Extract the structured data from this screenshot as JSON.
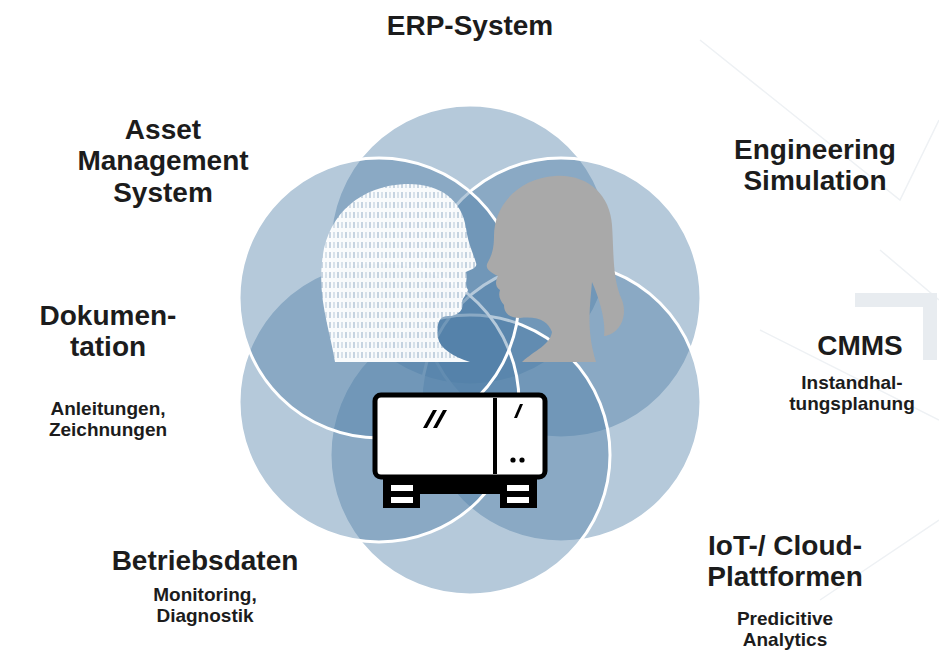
{
  "diagram": {
    "labels": [
      "ERP-System",
      "Asset Management System",
      "Engineering Simulation",
      "Dokumen- tation",
      "Anleitungen, Zeichnungen",
      "CMMS",
      "Instandhal- tungsplanung",
      "Betriebsdaten",
      "Monitoring, Diagnostik",
      "IoT-/ Cloud- Plattformen",
      "Predicitive Analytics"
    ]
  }
}
